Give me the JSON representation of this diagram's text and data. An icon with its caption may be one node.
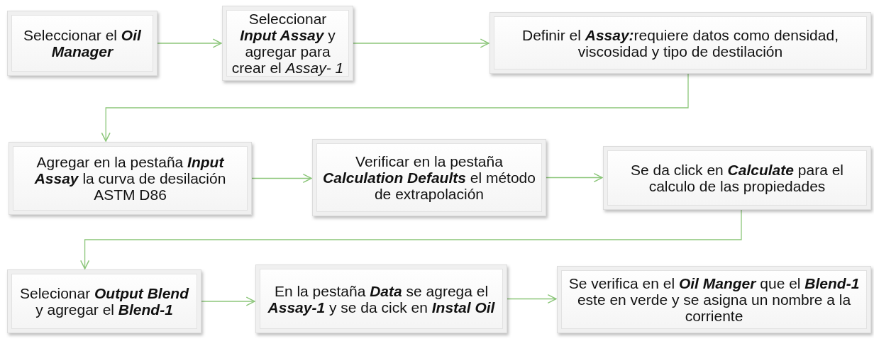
{
  "diagram": {
    "nodes": [
      {
        "text": [
          "Seleccionar el **Oil Manager**"
        ]
      },
      {
        "text": [
          "Seleccionar **Input Assay** y agregar para crear el *Assay- 1*"
        ]
      },
      {
        "text": [
          "Definir el **Assay:**requiere datos como densidad, viscosidad y tipo de destilación"
        ]
      },
      {
        "text": [
          "Agregar en la pestaña **Input Assay** la curva de desilación ASTM D86"
        ]
      },
      {
        "text": [
          "Verificar en la pestaña **Calculation Defaults** el método de extrapolación"
        ]
      },
      {
        "text": [
          "Se da click en **Calculate** para el calculo de las propiedades"
        ]
      },
      {
        "text": [
          "Selecionar **Output Blend** y agregar el **Blend-1**"
        ]
      },
      {
        "text": [
          "En la pestaña **Data** se agrega el **Assay-1** y se da cick en **Instal Oil**"
        ]
      },
      {
        "text": [
          "Se verifica en el **Oil Manger** que el **Blend-1** este en verde y se asigna un nombre a la corriente"
        ]
      }
    ],
    "edges": [
      {
        "from": 0,
        "to": 1,
        "arrow": "to"
      },
      {
        "from": 1,
        "to": 2,
        "arrow": "to"
      },
      {
        "from": 2,
        "to": 3,
        "arrow": "to"
      },
      {
        "from": 3,
        "to": 4,
        "arrow": "to"
      },
      {
        "from": 4,
        "to": 5,
        "arrow": "to"
      },
      {
        "from": 5,
        "to": 6,
        "arrow": "to"
      },
      {
        "from": 6,
        "to": 7,
        "arrow": "to"
      },
      {
        "from": 7,
        "to": 8,
        "arrow": "to"
      }
    ]
  }
}
